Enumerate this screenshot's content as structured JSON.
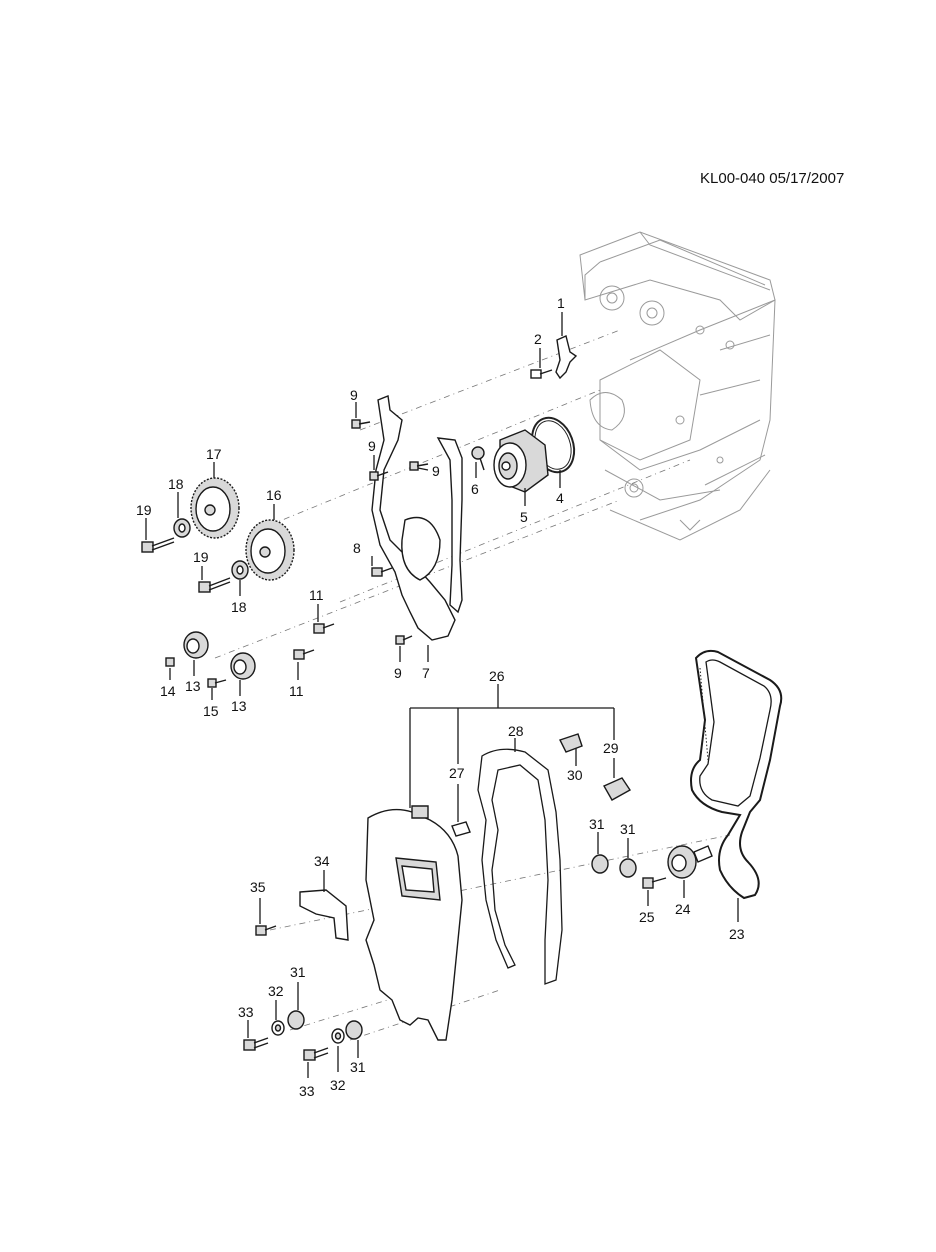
{
  "document": {
    "id": "KL00-040 05/17/2007"
  },
  "callouts": [
    "1",
    "2",
    "4",
    "5",
    "6",
    "7",
    "8",
    "9",
    "9",
    "9",
    "9",
    "11",
    "11",
    "13",
    "13",
    "14",
    "15",
    "16",
    "17",
    "18",
    "18",
    "19",
    "19",
    "23",
    "24",
    "25",
    "26",
    "27",
    "28",
    "29",
    "30",
    "31",
    "31",
    "31",
    "31",
    "32",
    "32",
    "33",
    "33",
    "34",
    "35"
  ]
}
